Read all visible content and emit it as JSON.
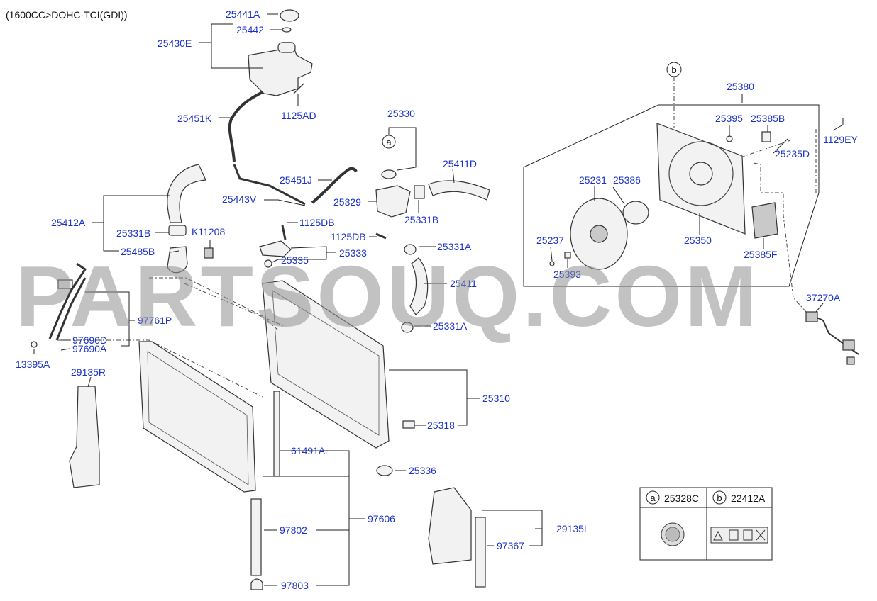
{
  "header": {
    "title": "(1600CC>DOHC-TCI(GDI))"
  },
  "watermark": "PARTSOUQ.COM",
  "legend": {
    "a": {
      "key": "a",
      "code": "25328C"
    },
    "b": {
      "key": "b",
      "code": "22412A"
    }
  },
  "ref_markers": {
    "a": "a",
    "b": "b"
  },
  "labels": [
    {
      "id": "25441A",
      "text": "25441A"
    },
    {
      "id": "25442",
      "text": "25442"
    },
    {
      "id": "25430E",
      "text": "25430E"
    },
    {
      "id": "1125AD",
      "text": "1125AD"
    },
    {
      "id": "25451K",
      "text": "25451K"
    },
    {
      "id": "25330",
      "text": "25330"
    },
    {
      "id": "25411D",
      "text": "25411D"
    },
    {
      "id": "25451J",
      "text": "25451J"
    },
    {
      "id": "25443V",
      "text": "25443V"
    },
    {
      "id": "25329",
      "text": "25329"
    },
    {
      "id": "25331B_r",
      "text": "25331B"
    },
    {
      "id": "25412A",
      "text": "25412A"
    },
    {
      "id": "25331B_l",
      "text": "25331B"
    },
    {
      "id": "K11208",
      "text": "K11208"
    },
    {
      "id": "1125DB_a",
      "text": "1125DB"
    },
    {
      "id": "1125DB_b",
      "text": "1125DB"
    },
    {
      "id": "25485B",
      "text": "25485B"
    },
    {
      "id": "25333",
      "text": "25333"
    },
    {
      "id": "25331A_a",
      "text": "25331A"
    },
    {
      "id": "25335",
      "text": "25335"
    },
    {
      "id": "25411",
      "text": "25411"
    },
    {
      "id": "97761P",
      "text": "97761P"
    },
    {
      "id": "97690D",
      "text": "97690D"
    },
    {
      "id": "97690A",
      "text": "97690A"
    },
    {
      "id": "13395A",
      "text": "13395A"
    },
    {
      "id": "25331A_b",
      "text": "25331A"
    },
    {
      "id": "29135R",
      "text": "29135R"
    },
    {
      "id": "25310",
      "text": "25310"
    },
    {
      "id": "25318",
      "text": "25318"
    },
    {
      "id": "61491A",
      "text": "61491A"
    },
    {
      "id": "25336",
      "text": "25336"
    },
    {
      "id": "97606",
      "text": "97606"
    },
    {
      "id": "97802",
      "text": "97802"
    },
    {
      "id": "97367",
      "text": "97367"
    },
    {
      "id": "29135L",
      "text": "29135L"
    },
    {
      "id": "97803",
      "text": "97803"
    },
    {
      "id": "25380",
      "text": "25380"
    },
    {
      "id": "25395",
      "text": "25395"
    },
    {
      "id": "25385B",
      "text": "25385B"
    },
    {
      "id": "1129EY",
      "text": "1129EY"
    },
    {
      "id": "25235D",
      "text": "25235D"
    },
    {
      "id": "25231",
      "text": "25231"
    },
    {
      "id": "25386",
      "text": "25386"
    },
    {
      "id": "25237",
      "text": "25237"
    },
    {
      "id": "25350",
      "text": "25350"
    },
    {
      "id": "25385F",
      "text": "25385F"
    },
    {
      "id": "25393",
      "text": "25393"
    },
    {
      "id": "37270A",
      "text": "37270A"
    }
  ]
}
